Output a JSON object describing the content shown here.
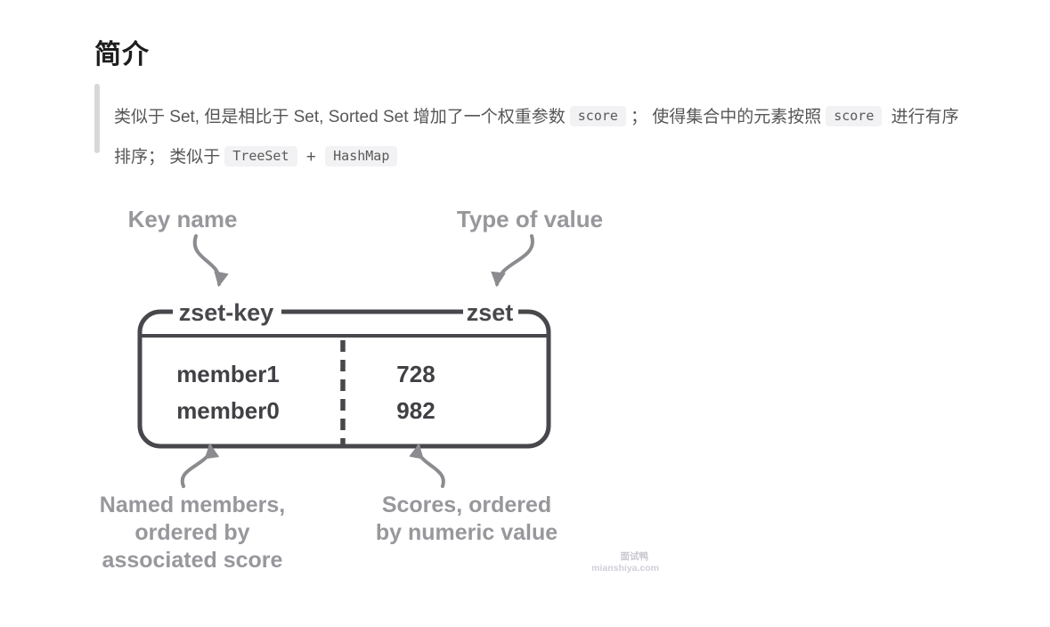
{
  "heading": {
    "text": "简介"
  },
  "intro": {
    "segments": [
      {
        "type": "text",
        "value": "类似于 Set, 但是相比于 Set, Sorted Set 增加了一个权重参数"
      },
      {
        "type": "code",
        "value": "score"
      },
      {
        "type": "text",
        "value": "；  使得集合中的元素按照"
      },
      {
        "type": "code",
        "value": "score"
      },
      {
        "type": "text",
        "value": " 进行有序"
      },
      {
        "type": "break"
      },
      {
        "type": "text",
        "value": "排序；  类似于"
      },
      {
        "type": "code",
        "value": "TreeSet"
      },
      {
        "type": "text",
        "value": " + "
      },
      {
        "type": "code",
        "value": "HashMap"
      }
    ]
  },
  "diagram": {
    "key_label": "Key name",
    "type_label": "Type of value",
    "key_name": "zset-key",
    "value_type": "zset",
    "rows": [
      {
        "member": "member1",
        "score": "728"
      },
      {
        "member": "member0",
        "score": "982"
      }
    ],
    "members_annotation": [
      "Named members,",
      "ordered by",
      "associated score"
    ],
    "scores_annotation": [
      "Scores, ordered",
      "by numeric value"
    ],
    "colors": {
      "dark": "#47474c",
      "label": "#97979c",
      "arrow": "#8b8b90",
      "cell_text": "#404045"
    }
  },
  "watermark": {
    "line1": "面试鸭",
    "line2": "mianshiya.com"
  }
}
